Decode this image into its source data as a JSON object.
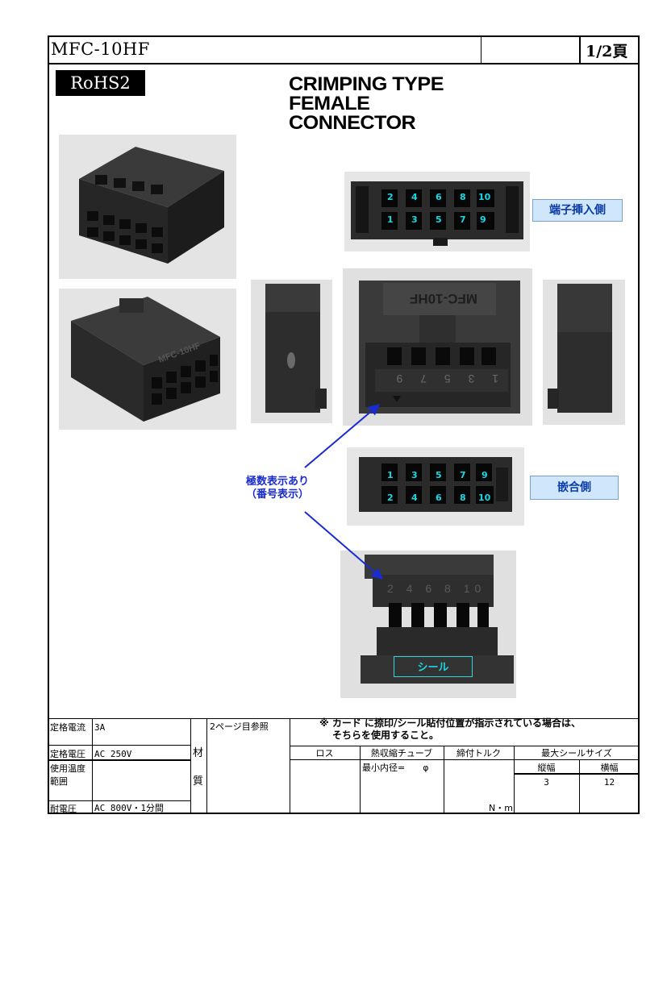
{
  "header": {
    "model": "MFC-10HF",
    "page": "1/2頁"
  },
  "rohs": "RoHS2",
  "title": {
    "line1": "CRIMPING TYPE",
    "line2": "FEMALE",
    "line3": "CONNECTOR"
  },
  "labels": {
    "terminal_side": "端子挿入側",
    "mating_side": "嵌合側",
    "seal": "シール",
    "pin_marking_line1": "極数表示あり",
    "pin_marking_line2": "（番号表示）"
  },
  "pins_rear": {
    "top": [
      "2",
      "4",
      "6",
      "8",
      "10"
    ],
    "bottom": [
      "1",
      "3",
      "5",
      "7",
      "9"
    ]
  },
  "pins_front": {
    "top": [
      "1",
      "3",
      "5",
      "7",
      "9"
    ],
    "bottom": [
      "2",
      "4",
      "6",
      "8",
      "10"
    ]
  },
  "molded": {
    "front_text": "MFC-10HF",
    "front_numbers": "1 3 5 7 9",
    "bottom_numbers": "2 4 6 8 10"
  },
  "note": {
    "line1": "※ カード に捺印/シール貼付位置が指示されている場合は、",
    "line2": "そちらを使用すること。"
  },
  "specs": {
    "rated_current_label": "定格電流",
    "rated_current": "3A",
    "rated_voltage_label": "定格電圧",
    "rated_voltage": "AC 250V",
    "temp_label1": "使用温度",
    "temp_label2": "範囲",
    "withstand_label": "耐電圧",
    "withstand": "AC 800V・1分間",
    "material_1": "材",
    "material_2": "質",
    "material_ref": "2ページ目参照",
    "col_loss": "ロス",
    "col_tube": "熱収縮チューブ",
    "col_torque": "締付トルク",
    "col_seal": "最大シールサイズ",
    "tube_value": "最小内径=　　φ",
    "torque_unit": "N・m",
    "seal_h_label": "縦幅",
    "seal_w_label": "横幅",
    "seal_h": "3",
    "seal_w": "12"
  },
  "colors": {
    "label_fill": "#cfe6fb",
    "label_text": "#0a3aa6",
    "arrow": "#1a2bd0",
    "pin_text": "#19d8e6"
  }
}
